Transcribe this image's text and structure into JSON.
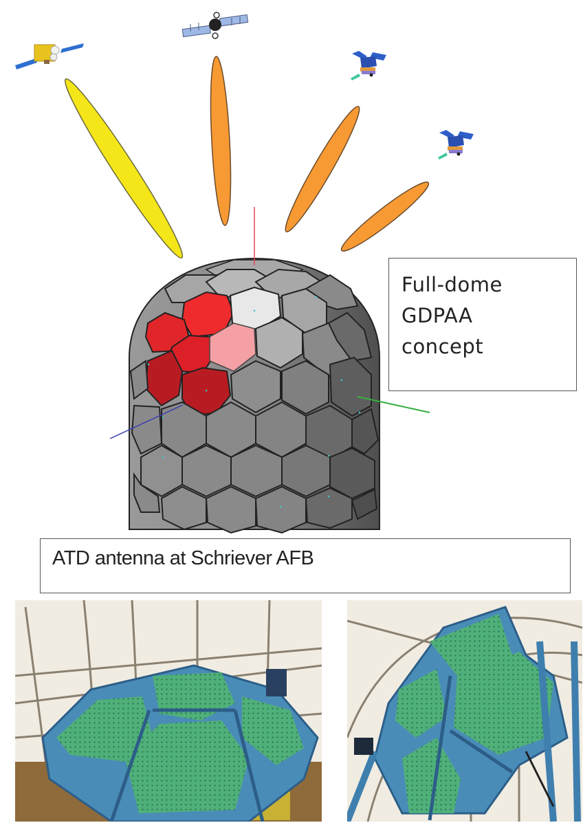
{
  "figure": {
    "concept_label": {
      "lines": [
        "Full-dome",
        "GDPAA",
        "concept"
      ]
    },
    "photo_label": "ATD antenna at Schriever AFB",
    "beams": [
      {
        "name": "beam-1",
        "color": "#f5e61a"
      },
      {
        "name": "beam-2",
        "color": "#f79a34"
      },
      {
        "name": "beam-3",
        "color": "#f79a34"
      },
      {
        "name": "beam-4",
        "color": "#f79a34"
      }
    ],
    "satellites": [
      {
        "name": "satellite-yellow"
      },
      {
        "name": "satellite-solar-panel"
      },
      {
        "name": "satellite-blue-1"
      },
      {
        "name": "satellite-blue-2"
      }
    ],
    "dome": {
      "face_colors": {
        "active_dark_red": "#b81c22",
        "active_red": "#e0262a",
        "active_bright_red": "#ef2b2d",
        "active_pink": "#f4a0a5",
        "highlight_white": "#e8e8e8",
        "light_gray": "#b4b4b4",
        "mid_gray": "#8c8c8c",
        "dark_gray": "#5e5e5e"
      },
      "axes": {
        "x_color": "#3a3fb0",
        "y_color": "#35b040",
        "z_color": "#e84850"
      }
    },
    "photos": [
      {
        "name": "atd-antenna-photo-top-view"
      },
      {
        "name": "atd-antenna-photo-side-view"
      }
    ]
  }
}
